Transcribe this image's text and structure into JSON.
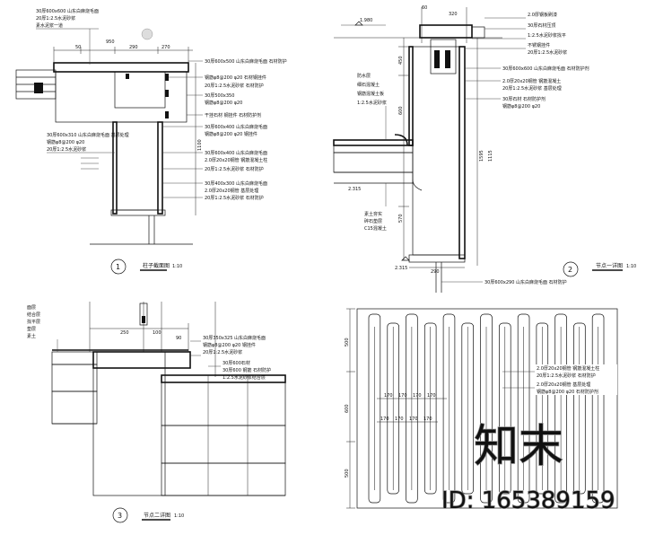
{
  "detail1": {
    "number": "1",
    "title": "柱子截面图",
    "scale": "1:10",
    "dims_top": [
      "50",
      "950",
      "290",
      "270"
    ],
    "dim_side": "1100",
    "notes_top": [
      "30厚600x600  山东白麻烧毛面",
      "20厚1:2.5水泥砂浆",
      "素水泥浆一道"
    ],
    "notes_right": [
      "30厚600x500  山东白麻烧毛面  石材防护",
      "钢筋φ8@200  φ20  石材钢挂件",
      "20厚1:2.5水泥砂浆  石材防护",
      "30厚500x350",
      "钢筋φ8@200  φ20",
      "干挂石材  钢挂件  石材防护剂",
      "30厚600x400  山东白麻烧毛面",
      "钢筋φ8@200  φ20  钢挂件",
      "30厚600x400  山东白麻烧毛面",
      "2.0厚20x20钢管  钢筋混凝土柱",
      "20厚1:2.5水泥砂浆  石材防护",
      "30厚400x300  山东白麻烧毛面",
      "2.0厚20x20钢管  基层处理",
      "20厚1:2.5水泥砂浆  石材防护"
    ],
    "notes_left": [
      "30厚600x310  山东白麻烧毛面  基层处理",
      "钢筋φ8@200  φ20",
      "20厚1:2.5水泥砂浆"
    ]
  },
  "detail2": {
    "number": "2",
    "title": "节点一详图",
    "scale": "1:10",
    "dims_top": [
      "60",
      "320"
    ],
    "dims_side": [
      "450",
      "600",
      "1595",
      "1115",
      "570"
    ],
    "dim_bottom": "290",
    "level_top": "1.980",
    "level_bottom": "2.315",
    "notes_top": [
      "2.0厚钢板刷漆",
      "30厚石材压顶",
      "1:2.5水泥砂浆找平",
      "不锈钢挂件",
      "20厚1:2.5水泥砂浆"
    ],
    "notes_right": [
      "30厚600x600  山东白麻烧毛面  石材防护剂",
      "2.0厚20x20钢管  钢筋混凝土",
      "20厚1:2.5水泥砂浆  基层处理",
      "30厚石材  石材防护剂",
      "钢筋φ8@200  φ20"
    ],
    "notes_left_mid": [
      "防水层",
      "细石混凝土",
      "钢筋混凝土板",
      "1:2.5水泥砂浆"
    ],
    "notes_left_low": [
      "素土夯实",
      "碎石垫层",
      "C15混凝土"
    ],
    "note_bottom": "30厚600x290  山东白麻烧毛面  石材防护"
  },
  "detail3": {
    "number": "3",
    "title": "节点二详图",
    "scale": "1:10",
    "dims_top": [
      "250",
      "100",
      "90"
    ],
    "notes_right": [
      "30厚350x325  山东白麻烧毛面",
      "钢筋φ8@200  φ20  钢挂件",
      "20厚1:2.5水泥砂浆",
      "30厚600石材",
      "30厚600  钢筋  石材防护",
      "1:2.5水泥砂浆结合层"
    ],
    "notes_left": [
      "面层",
      "结合层",
      "找平层",
      "垫层",
      "素土"
    ]
  },
  "detail4": {
    "dims_side": [
      "500",
      "600",
      "500"
    ],
    "dims_row": [
      "170",
      "170",
      "170",
      "170",
      "170",
      "170",
      "170",
      "170"
    ],
    "notes_right": [
      "2.0厚20x20钢管  钢筋混凝土柱",
      "20厚1:2.5水泥砂浆  石材防护",
      "2.0厚20x20钢管  基层处理",
      "钢筋φ8@200  φ20  石材防护剂"
    ],
    "bar_count": 13
  },
  "watermark": {
    "brand": "知末",
    "id_text": "ID: 165389159"
  }
}
